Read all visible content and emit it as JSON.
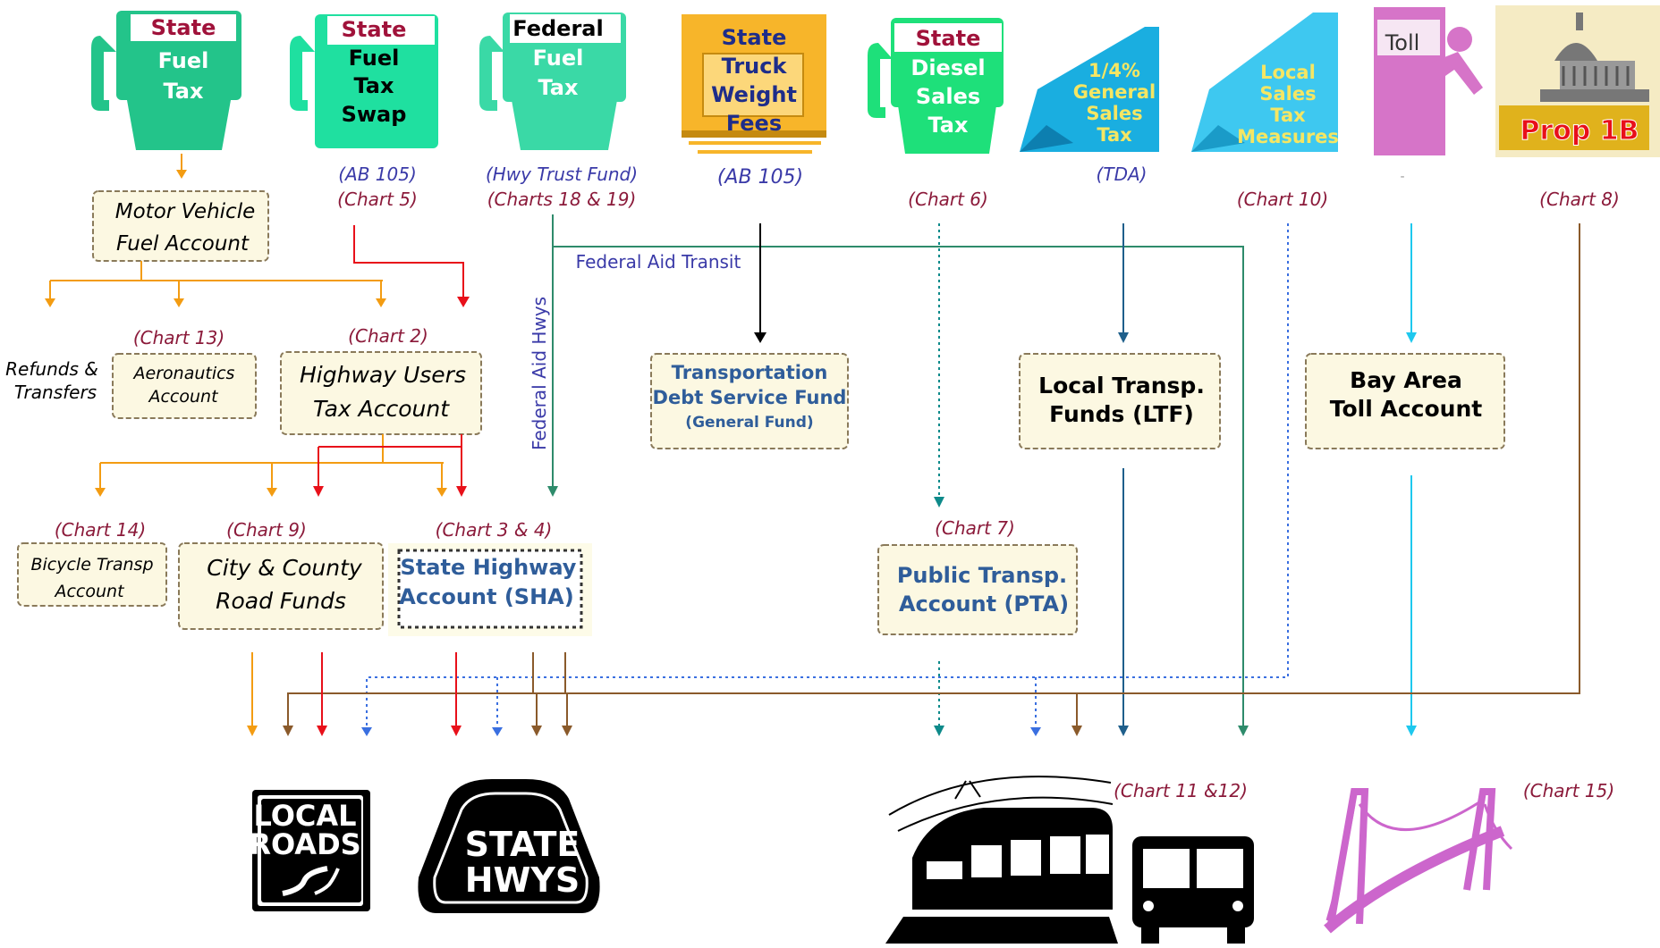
{
  "sources": {
    "state_fuel_tax": {
      "lines": [
        "State",
        "Fuel",
        "Tax"
      ]
    },
    "fuel_tax_swap": {
      "lines": [
        "State",
        "Fuel",
        "Tax",
        "Swap"
      ],
      "note1": "(AB 105)",
      "note2": "(Chart 5)"
    },
    "federal_fuel_tax": {
      "lines": [
        "Federal",
        "Fuel",
        "Tax"
      ],
      "note1": "(Hwy Trust Fund)",
      "note2": "(Charts 18 & 19)"
    },
    "truck_weight_fees": {
      "lines": [
        "State",
        "Truck",
        "Weight",
        "Fees"
      ],
      "note1": "(AB 105)"
    },
    "diesel_sales_tax": {
      "lines": [
        "State",
        "Diesel",
        "Sales",
        "Tax"
      ],
      "note1": "(Chart 6)"
    },
    "general_sales_tax": {
      "lines": [
        "1/4%",
        "General",
        "Sales",
        "Tax"
      ],
      "note1": "(TDA)"
    },
    "local_sales_tax": {
      "lines": [
        "Local",
        "Sales",
        "Tax",
        "Measures"
      ],
      "note1": "(Chart 10)"
    },
    "toll": {
      "label": "Toll",
      "dash": "-"
    },
    "prop1b": {
      "label": "Prop 1B",
      "note1": "(Chart 8)"
    }
  },
  "accounts": {
    "mvfa": {
      "lines": [
        "Motor Vehicle",
        "Fuel Account"
      ]
    },
    "refunds": {
      "lines": [
        "Refunds &",
        "Transfers"
      ]
    },
    "aeronautics": {
      "lines": [
        "Aeronautics",
        "Account"
      ],
      "note": "(Chart 13)"
    },
    "huta": {
      "lines": [
        "Highway Users",
        "Tax Account"
      ],
      "note": "(Chart 2)"
    },
    "tdsf": {
      "lines": [
        "Transportation",
        "Debt Service Fund",
        "(General Fund)"
      ]
    },
    "ltf": {
      "lines": [
        "Local Transp.",
        "Funds (LTF)"
      ]
    },
    "toll_account": {
      "lines": [
        "Bay Area",
        "Toll Account"
      ]
    },
    "bicycle": {
      "lines": [
        "Bicycle Transp",
        "Account"
      ],
      "note": "(Chart 14)"
    },
    "city_county": {
      "lines": [
        "City & County",
        "Road Funds"
      ],
      "note": "(Chart 9)"
    },
    "sha": {
      "lines": [
        "State Highway",
        "Account (SHA)"
      ],
      "note": "(Chart 3 & 4)"
    },
    "pta": {
      "lines": [
        "Public Transp.",
        "Account (PTA)"
      ],
      "note": "(Chart 7)"
    }
  },
  "flow_labels": {
    "federal_aid_transit": "Federal Aid Transit",
    "federal_aid_hwys": "Federal Aid Hwys"
  },
  "outputs": {
    "local_roads": {
      "lines": [
        "LOCAL",
        "ROADS"
      ]
    },
    "state_hwys": {
      "lines": [
        "STATE",
        "HWYS"
      ]
    },
    "transit_note": "(Chart 11 &12)",
    "bridge_note": "(Chart 15)"
  },
  "colors": {
    "orange": "#f39c12",
    "red": "#e8101a",
    "brown": "#8a5a2b",
    "blue_dot": "#3a6fe0",
    "teal": "#0e8a8a",
    "dark_blue": "#1f5f8b",
    "green": "#2e8b6b",
    "light_blue": "#1ec8ee",
    "black": "#000000",
    "note": "#8b1a3a",
    "note_blue": "#3a3aa8"
  }
}
